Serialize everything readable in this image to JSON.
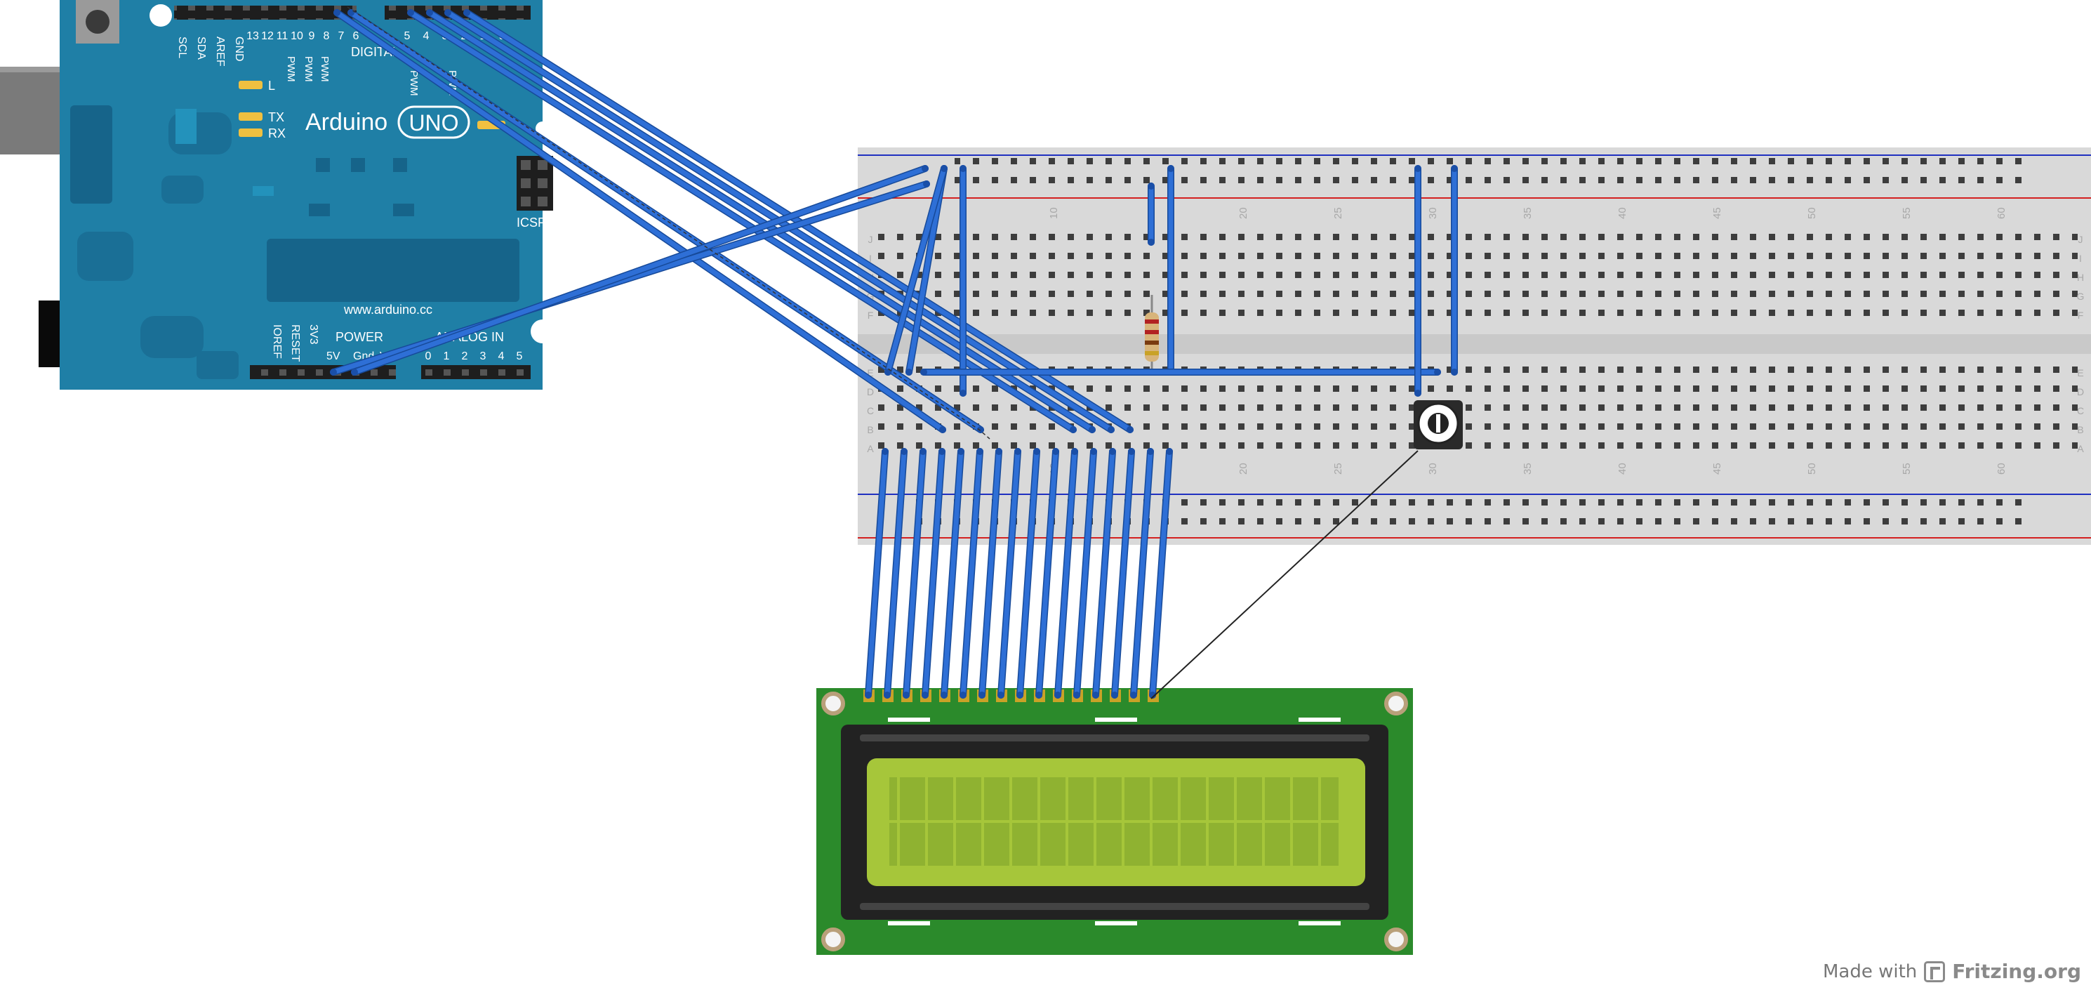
{
  "colors": {
    "board": "#1f7fa6",
    "board_dark": "#16648a",
    "wire": "#2e6fd6",
    "wire_edge": "#174a99",
    "breadboard": "#d9d9d9",
    "hole_green": "#18a23c",
    "lcd_pcb": "#2b8a2b",
    "lcd_bezel": "#222222",
    "lcd_screen": "#a6c63a",
    "rail_red": "#d42020",
    "rail_blue": "#2030c0"
  },
  "arduino": {
    "brand": "Arduino",
    "model": "UNO",
    "url": "www.arduino.cc",
    "icsp": "ICSP",
    "power": "POWER",
    "analog_in": "ANALOG IN",
    "digital": "DIGITAL",
    "pwm": "PWM",
    "led_l": "L",
    "led_tx": "TX",
    "led_rx": "RX",
    "top_labels": [
      "SCL",
      "SDA",
      "AREF",
      "GND"
    ],
    "digital_numbers": [
      "13",
      "12",
      "11",
      "10",
      "9",
      "8",
      "7",
      "6",
      "5",
      "4",
      "3",
      "2",
      "1",
      "0"
    ],
    "power_labels": [
      "IOREF",
      "RESET",
      "3V3",
      "5V",
      "Gnd",
      "Vin"
    ],
    "analog_numbers": [
      "0",
      "1",
      "2",
      "3",
      "4",
      "5"
    ]
  },
  "breadboard": {
    "column_numbers": [
      "10",
      "20",
      "25",
      "30",
      "35",
      "40",
      "45",
      "50",
      "55",
      "60"
    ],
    "row_letters_top": [
      "J",
      "I",
      "H",
      "G",
      "F"
    ],
    "row_letters_bottom": [
      "E",
      "D",
      "C",
      "B",
      "A"
    ]
  },
  "footer": {
    "made_with": "Made with",
    "brand": "Fritzing.org"
  }
}
